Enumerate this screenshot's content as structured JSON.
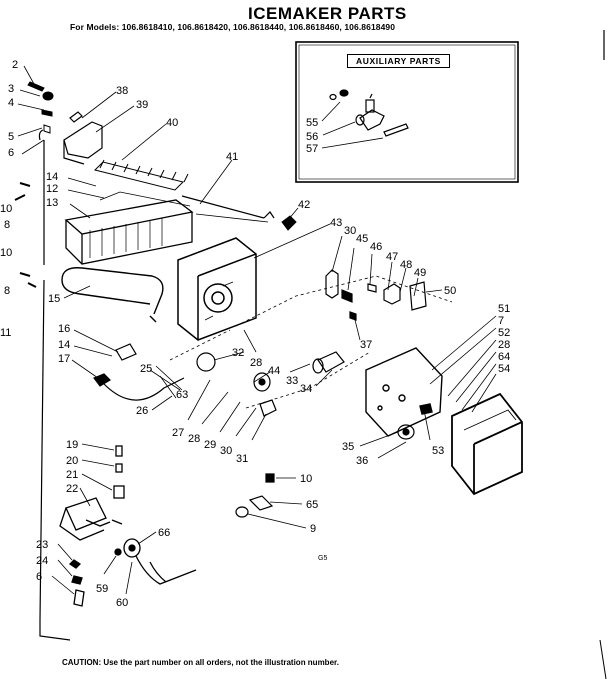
{
  "header": {
    "title": "ICEMAKER PARTS",
    "models": "For Models: 106.8618410, 106.8618420, 106.8618440, 106.8618460, 106.8618490"
  },
  "auxiliary": {
    "label": "AUXILIARY PARTS"
  },
  "caution": "CAUTION: Use the part number on all orders, not the illustration number.",
  "page_mark": "G5",
  "callouts": [
    "2",
    "3",
    "4",
    "5",
    "6",
    "38",
    "39",
    "40",
    "41",
    "42",
    "14",
    "12",
    "13",
    "10",
    "8",
    "10",
    "8",
    "11",
    "15",
    "16",
    "14",
    "17",
    "25",
    "63",
    "26",
    "32",
    "28",
    "44",
    "33",
    "34",
    "27",
    "28",
    "29",
    "30",
    "31",
    "43",
    "30",
    "45",
    "46",
    "47",
    "48",
    "49",
    "50",
    "37",
    "51",
    "7",
    "52",
    "28",
    "64",
    "54",
    "53",
    "35",
    "36",
    "19",
    "20",
    "21",
    "22",
    "23",
    "24",
    "6",
    "59",
    "60",
    "66",
    "10",
    "65",
    "9",
    "55",
    "56",
    "57"
  ]
}
